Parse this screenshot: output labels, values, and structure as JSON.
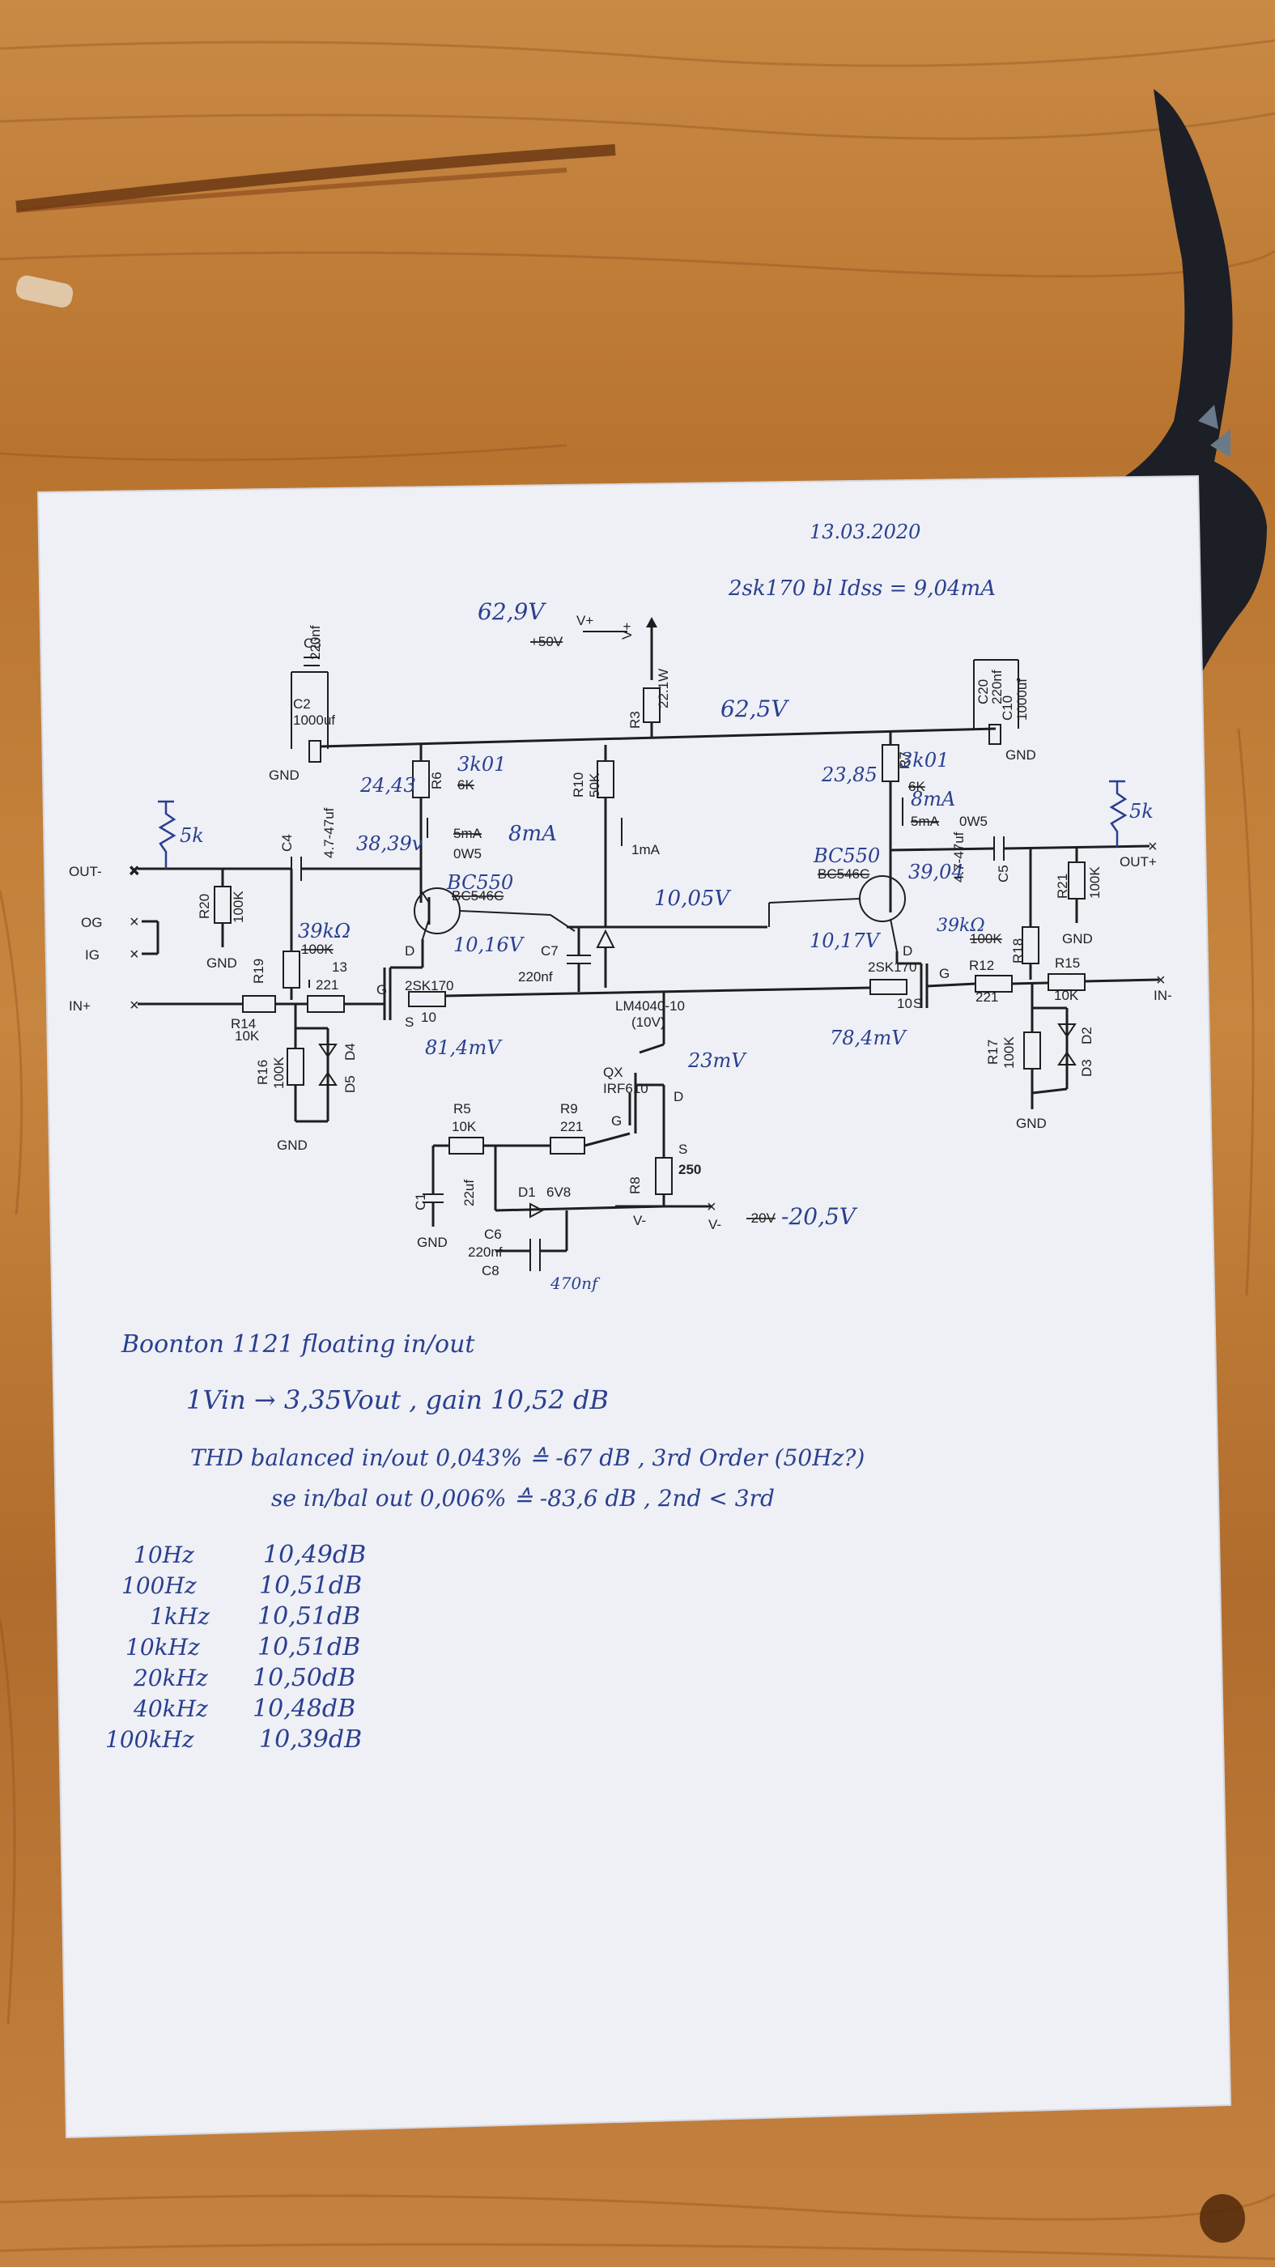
{
  "header": {
    "date": "13.03.2020",
    "fet_note": "2sk170 bl  Idss = 9,04mA"
  },
  "rails": {
    "vplus_label": "V+",
    "vplus_label2": "V+",
    "vplus_strike": "+50V",
    "vplus_meas": "62,9V",
    "vplus_node": "62,5V",
    "vminus_label": "V-",
    "vminus_label2": "V-",
    "vminus_strike": "-20V",
    "vminus_meas": "-20,5V"
  },
  "ports": {
    "out_minus": "OUT-",
    "out_plus": "OUT+",
    "og": "OG",
    "ig": "IG",
    "in_plus": "IN+",
    "in_minus": "IN-",
    "gnd": "GND"
  },
  "left": {
    "c3": "C3",
    "c3_val": "220nf",
    "c2": "C2",
    "c2_val": "1000uf",
    "r6": "R6",
    "r6_strike": "6K",
    "r6_val": "3k01",
    "v_r6_top": "24,43",
    "i_strike": "5mA",
    "i_val": "8mA",
    "pwr": "0W5",
    "v_collector": "38,39v",
    "c4": "C4",
    "c4_val": "4.7-47uf",
    "q_strike": "BC546C",
    "q_val": "BC550",
    "r20": "R20",
    "r20_val": "100K",
    "r19": "R19",
    "r19_strike": "100K",
    "r19_val": "39kΩ",
    "r13": "13",
    "r13_val": "221",
    "j_label": "2SK170",
    "v_emitter": "10,16V",
    "d_label": "D",
    "s_label": "S",
    "g_label": "G",
    "r_src_val": "10",
    "v_src": "81,4mV",
    "r14": "R14",
    "r14_val": "10K",
    "r16": "R16",
    "r16_val": "100K",
    "d4": "D4",
    "d5": "D5",
    "load": "5k"
  },
  "center": {
    "r3": "R3",
    "r3_val": "22.1W",
    "r10": "R10",
    "r10_val": "50K",
    "i_ref": "1mA",
    "v_ref": "10,05V",
    "c7": "C7",
    "c7_val": "220nf",
    "ref_ic": "LM4040-10",
    "ref_v": "(10V)",
    "v_drain": "23mV",
    "qx": "QX",
    "qx_part": "IRF610",
    "d_label": "D",
    "g_label": "G",
    "s_label": "S",
    "r5": "R5",
    "r5_val": "10K",
    "r9": "R9",
    "r9_val": "221",
    "r8": "R8",
    "r8_val": "250",
    "c1": "C1",
    "c1_val": "22uf",
    "d1": "D1",
    "d1_val": "6V8",
    "c6": "C6",
    "c6_val": "220nf",
    "c8": "C8",
    "c8_val": "470nf"
  },
  "right": {
    "c20": "C20",
    "c20_val": "220nf",
    "c10": "C10",
    "c10_val": "1000uf",
    "r7": "R7",
    "r7_strike": "6K",
    "r7_val": "3k01",
    "v_r7_top": "23,85",
    "i_val": "8mA",
    "i_strike": "5mA",
    "pwr": "0W5",
    "q_val": "BC550",
    "q_strike": "BC546C",
    "v_collector": "39,04",
    "c5": "C5",
    "c5_val": "4.7-47uf",
    "r21": "R21",
    "r21_val": "100K",
    "r18": "R18",
    "r18_strike": "100K",
    "r18_val": "39kΩ",
    "v_emitter": "10,17V",
    "d_label": "D",
    "s_label": "S",
    "g_label": "G",
    "j_label": "2SK170",
    "r_src_val": "10",
    "v_src": "78,4mV",
    "r12": "R12",
    "r12_val": "221",
    "r15": "R15",
    "r15_val": "10K",
    "r17": "R17",
    "r17_val": "100K",
    "d2": "D2",
    "d3": "D3",
    "load": "5k"
  },
  "notes": {
    "title": "Boonton 1121   floating in/out",
    "gain": "1Vin → 3,35Vout , gain 10,52 dB",
    "thd1": "THD balanced in/out  0,043% ≙ -67 dB , 3rd Order  (50Hz?)",
    "thd2": "se in/bal out  0,006% ≙ -83,6 dB , 2nd < 3rd"
  },
  "freq_table": [
    {
      "f": "10Hz",
      "g": "10,49dB"
    },
    {
      "f": "100Hz",
      "g": "10,51dB"
    },
    {
      "f": "1kHz",
      "g": "10,51dB"
    },
    {
      "f": "10kHz",
      "g": "10,51dB"
    },
    {
      "f": "20kHz",
      "g": "10,50dB"
    },
    {
      "f": "40kHz",
      "g": "10,48dB"
    },
    {
      "f": "100kHz",
      "g": "10,39dB"
    }
  ]
}
